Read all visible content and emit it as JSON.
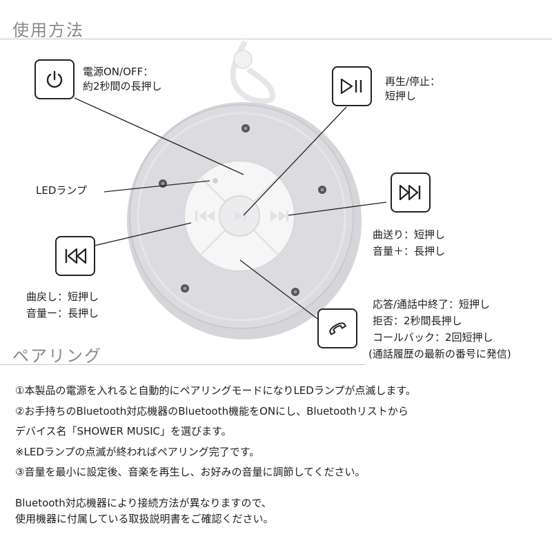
{
  "usage": {
    "title": "使用方法",
    "power": {
      "line1": "電源ON/OFF：",
      "line2": "約2秒間の長押し",
      "icon": "power-icon"
    },
    "play_pause": {
      "line1": "再生/停止：",
      "line2": "短押し",
      "icon": "play-pause-icon"
    },
    "led": {
      "label": "LEDランプ"
    },
    "next": {
      "line1": "曲送り：短押し",
      "line2": "音量＋：長押し",
      "icon": "skip-forward-icon"
    },
    "prev": {
      "line1": "曲戻し：短押し",
      "line2": "音量ー：長押し",
      "icon": "skip-back-icon"
    },
    "call": {
      "line1": "応答/通話中終了：短押し",
      "line2": "拒否：2秒間長押し",
      "line3": "コールバック：2回短押し",
      "line4": "(通話履歴の最新の番号に発信)",
      "icon": "phone-icon"
    }
  },
  "pairing": {
    "title": "ペアリング",
    "lines": [
      "①本製品の電源を入れると自動的にペアリングモードになりLEDランプが点滅します。",
      "②お手持ちのBluetooth対応機器のBluetooth機能をONにし、Bluetoothリストから",
      "デバイス名「SHOWER MUSIC」を選びます。",
      "※LEDランプの点滅が終わればペアリング完了です。",
      "③音量を最小に設定後、音楽を再生し、お好みの音量に調節してください。"
    ],
    "note": [
      "Bluetooth対応機器により接続方法が異なりますので、",
      "使用機器に付属している取扱説明書をご確認ください。"
    ]
  }
}
